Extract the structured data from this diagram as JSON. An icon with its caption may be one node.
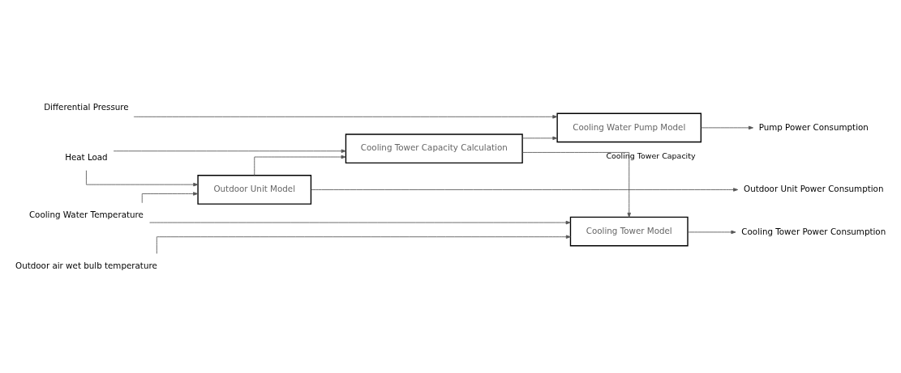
{
  "diagram": {
    "nodes": [
      {
        "text": [
          "Heat Load"
        ]
      },
      {
        "text": [
          "Outdoor Unit Model"
        ]
      },
      {
        "text": [
          "Outdoor Unit Power Consumption"
        ]
      },
      {
        "text": [
          "Cooling Water Temperature"
        ]
      },
      {
        "text": [
          "Cooling Tower Capacity Calculation"
        ]
      },
      {
        "text": [
          "Cooling Tower Model"
        ]
      },
      {
        "text": [
          "Cooling Tower Power Consumption"
        ]
      },
      {
        "text": [
          "Outdoor air wet bulb temperature"
        ]
      },
      {
        "text": [
          "Cooling Water Pump Model"
        ]
      },
      {
        "text": [
          "Pump Power Consumption"
        ]
      },
      {
        "text": [
          "Differential Pressure"
        ]
      }
    ],
    "edges": [
      {
        "from": 0,
        "to": 1,
        "arrow": "to"
      },
      {
        "from": 3,
        "to": 1,
        "arrow": "to"
      },
      {
        "from": 1,
        "to": 2,
        "arrow": "to"
      },
      {
        "from": 1,
        "to": 4,
        "arrow": "to"
      },
      {
        "from": 0,
        "to": 4,
        "arrow": "to"
      },
      {
        "from": 4,
        "to": 5,
        "arrow": "to",
        "label": "Cooling Tower Capacity"
      },
      {
        "from": 3,
        "to": 5,
        "arrow": "to"
      },
      {
        "from": 7,
        "to": 5,
        "arrow": "to"
      },
      {
        "from": 5,
        "to": 6,
        "arrow": "to"
      },
      {
        "from": 4,
        "to": 8,
        "arrow": "to"
      },
      {
        "from": 10,
        "to": 8,
        "arrow": "to"
      },
      {
        "from": 8,
        "to": 9,
        "arrow": "to"
      }
    ]
  }
}
